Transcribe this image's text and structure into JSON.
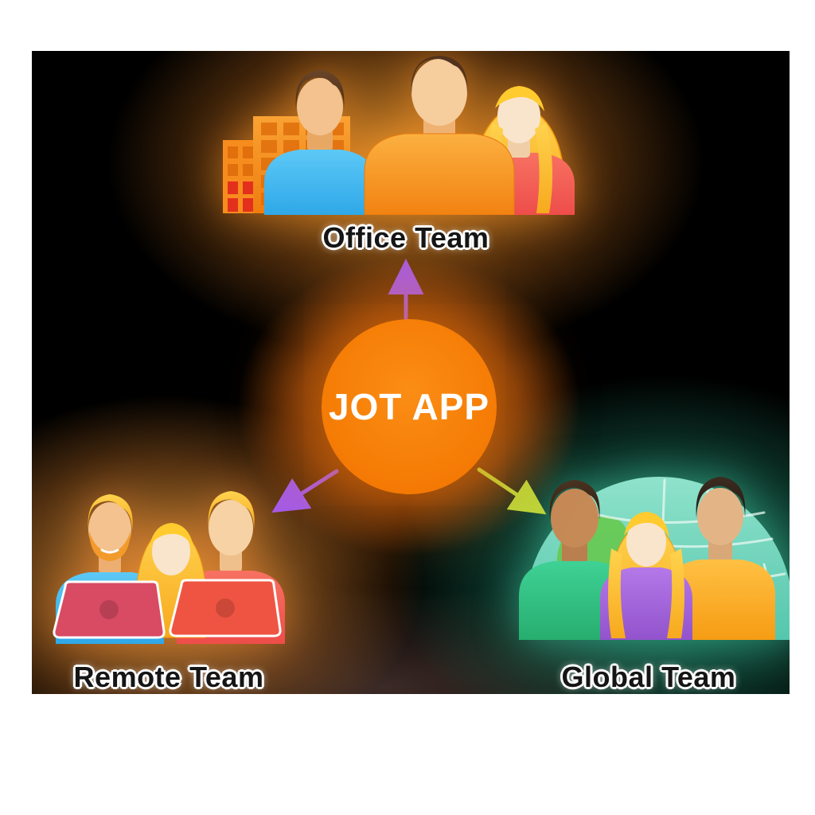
{
  "hub": {
    "label": "JOT APP",
    "color": "#f57c05"
  },
  "teams": [
    {
      "id": "office",
      "label": "Office Team",
      "position": "top",
      "arrow_color": "#a55be8",
      "glow_color": "#e8962c",
      "icons": [
        "office-building-icon",
        "person-icon-blue-shirt",
        "person-icon-orange-shirt",
        "person-icon-red-shirt"
      ]
    },
    {
      "id": "remote",
      "label": "Remote Team",
      "position": "bottom-left",
      "arrow_color": "#a55be8",
      "glow_color": "#e89a3c",
      "icons": [
        "person-icon-bearded-blue-shirt",
        "person-icon-blonde-woman",
        "person-icon-red-shirt",
        "laptop-icon-pink",
        "laptop-icon-red"
      ]
    },
    {
      "id": "global",
      "label": "Global Team",
      "position": "bottom-right",
      "arrow_color": "#bcd53a",
      "glow_color": "#2fbf9a",
      "icons": [
        "globe-map-icon",
        "person-icon-green-shirt",
        "person-icon-purple-shirt",
        "person-icon-amber-shirt"
      ]
    }
  ]
}
